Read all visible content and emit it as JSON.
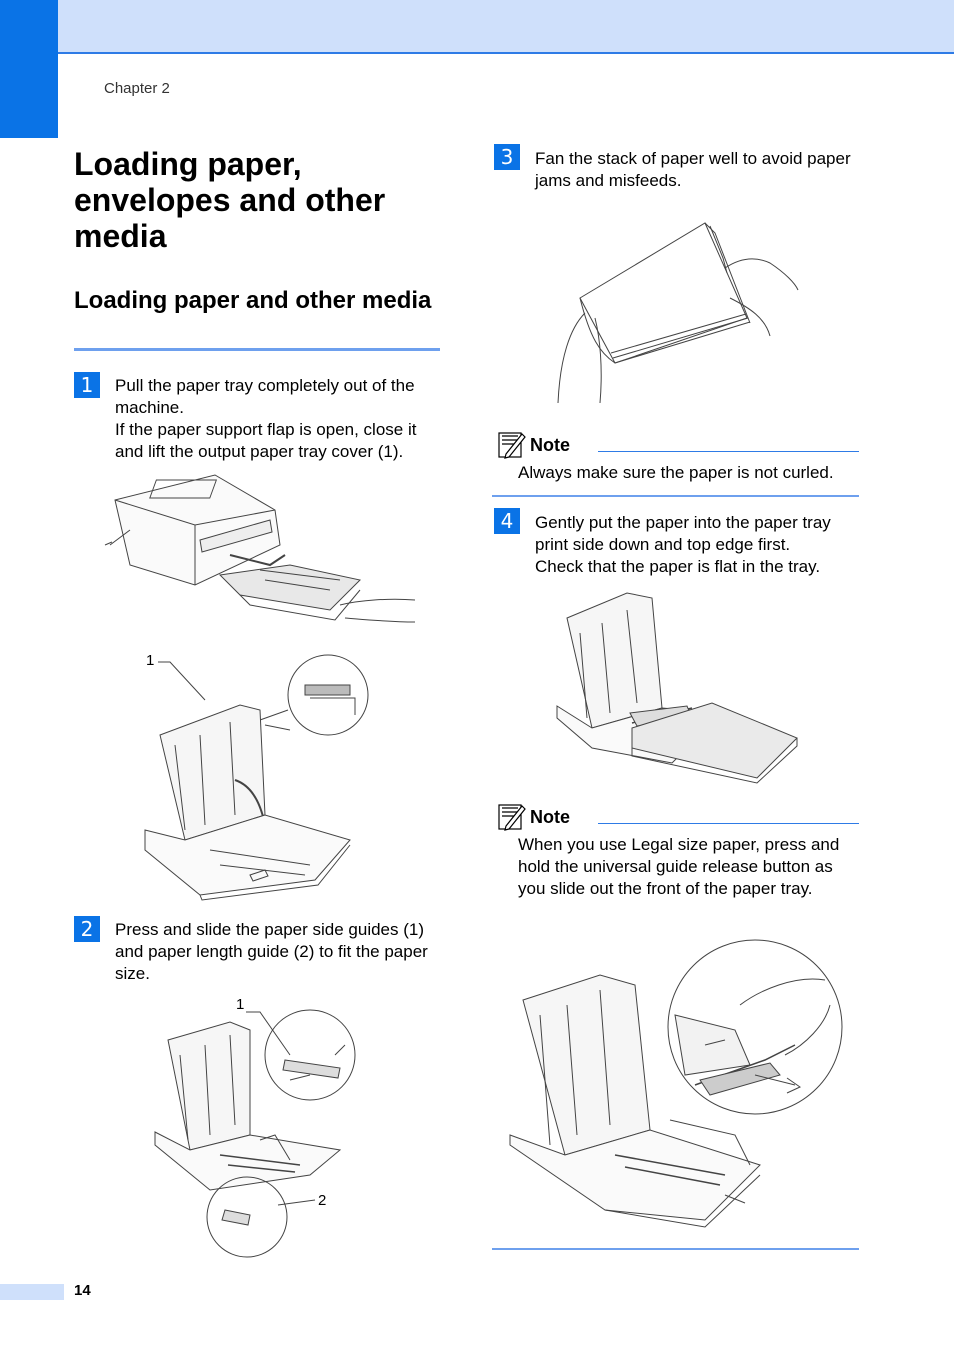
{
  "header": {
    "chapter": "Chapter 2"
  },
  "title": "Loading paper, envelopes and other media",
  "section": "Loading paper and other media",
  "steps": [
    {
      "num": "1",
      "text": "Pull the paper tray completely out of the machine.\nIf the paper support flap is open, close it and lift the output paper tray cover (1)."
    },
    {
      "num": "2",
      "text": "Press and slide the paper side guides (1) and paper length guide (2) to fit the paper size."
    },
    {
      "num": "3",
      "text": "Fan the stack of paper well to avoid paper jams and misfeeds."
    },
    {
      "num": "4",
      "text": "Gently put the paper into the paper tray print side down and top edge first.\nCheck that the paper is flat in the tray."
    }
  ],
  "callouts": {
    "fig1_label1": "1",
    "fig2_label1": "1",
    "fig2_label2": "2"
  },
  "notes": [
    {
      "title": "Note",
      "text": "Always make sure the paper is not curled."
    },
    {
      "title": "Note",
      "text": "When you use Legal size paper, press and hold the universal guide release button as you slide out the front of the paper tray."
    }
  ],
  "footer": {
    "page_number": "14"
  },
  "colors": {
    "accent": "#0a73e6",
    "light_band": "#cfe0fb",
    "rule": "#6ea0ee"
  }
}
